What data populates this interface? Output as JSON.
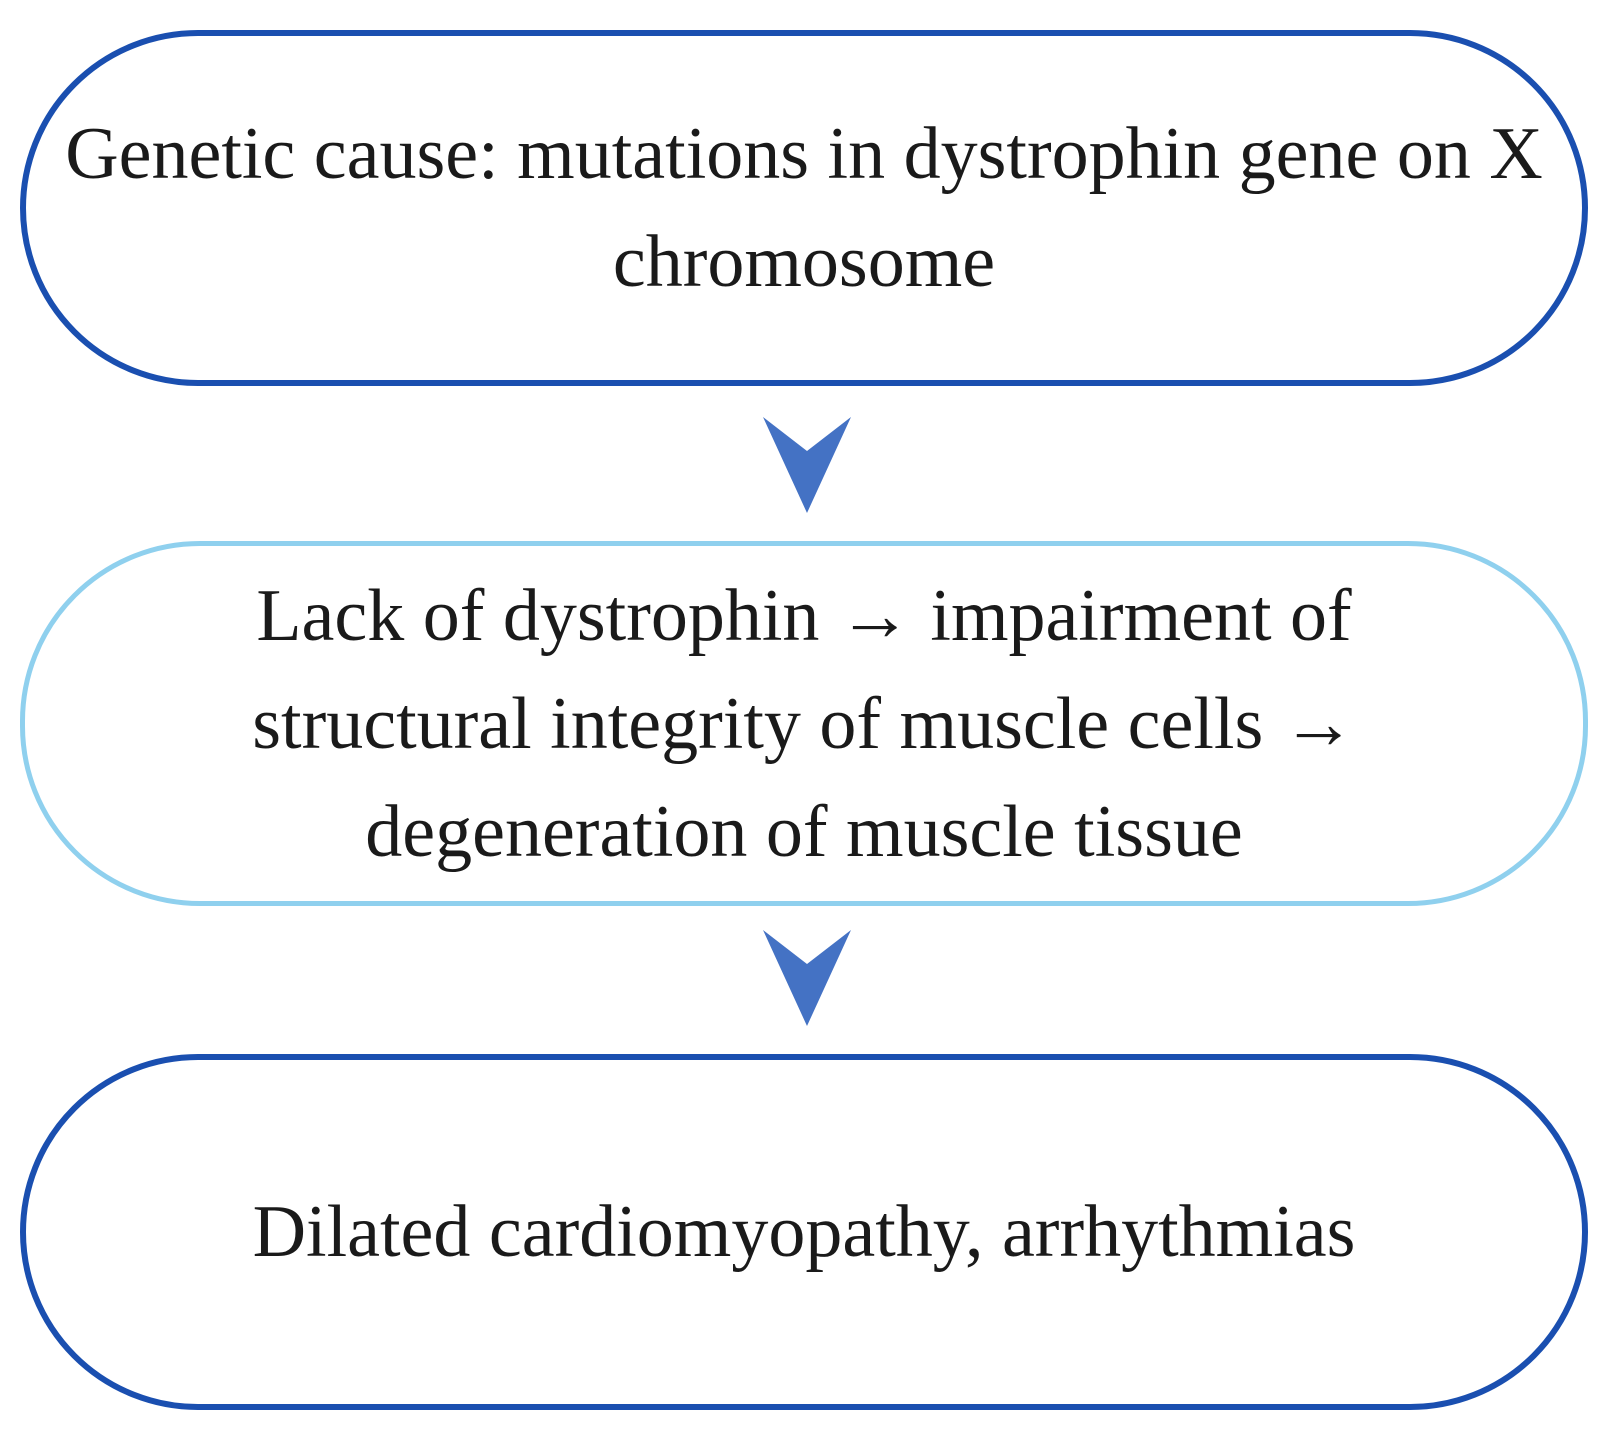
{
  "flowchart": {
    "nodes": [
      {
        "label": "Genetic cause: mutations in dystrophin gene on X chromosome"
      },
      {
        "label": "Lack of dystrophin → impairment of structural integrity of muscle cells → degeneration of muscle tissue"
      },
      {
        "label": "Dilated cardiomyopathy, arrhythmias"
      }
    ]
  },
  "colors": {
    "primary_border": "#1a4fb0",
    "secondary_border": "#8fd0ee",
    "arrow_fill": "#4472c4",
    "text": "#1a1a1a"
  }
}
